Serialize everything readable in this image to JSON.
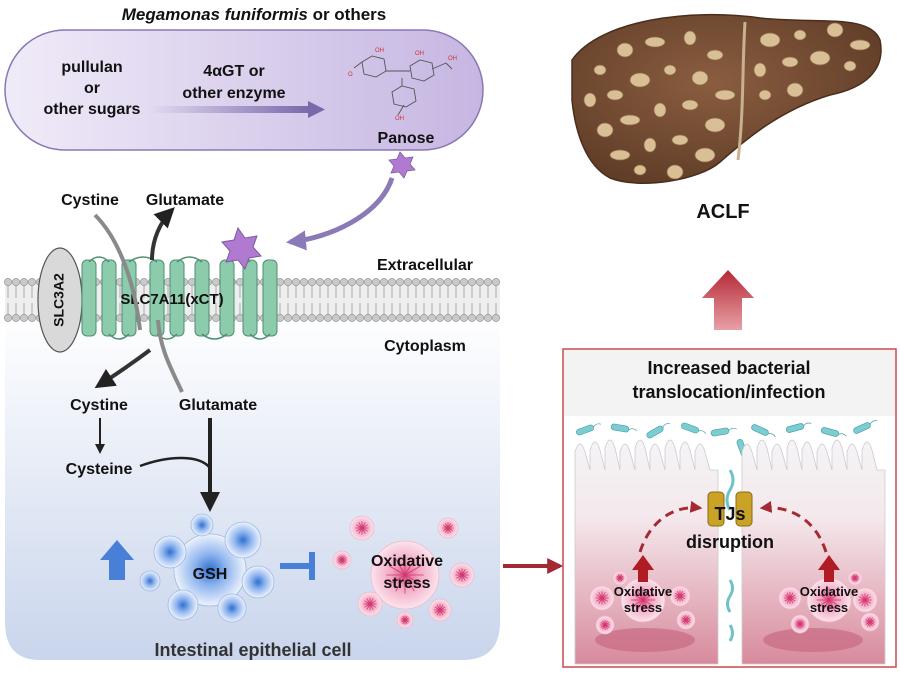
{
  "bacteria": {
    "name_italic": "Megamonas funiformis",
    "name_rest": " or others"
  },
  "substrate": {
    "line1": "pullulan",
    "line2": "or",
    "line3": "other sugars"
  },
  "enzyme": {
    "line1": "4αGT or",
    "line2": "other enzyme"
  },
  "product": {
    "label": "Panose"
  },
  "transporter": {
    "cystine_in": "Cystine",
    "glutamate_out": "Glutamate",
    "slc3a2": "SLC3A2",
    "slc7a11": "SLC7A11(xCT)",
    "extracellular": "Extracellular",
    "cytoplasm": "Cytoplasm"
  },
  "cell": {
    "cystine": "Cystine",
    "glutamate": "Glutamate",
    "cysteine": "Cysteine",
    "gsh": "GSH",
    "oxidative_line1": "Oxidative",
    "oxidative_line2": "stress",
    "label": "Intestinal epithelial cell"
  },
  "liver": {
    "label": "ACLF"
  },
  "gut": {
    "title_line1": "Increased bacterial",
    "title_line2": "translocation/infection",
    "tj_line1": "TJs",
    "tj_line2": "disruption",
    "ox_left_line1": "Oxidative",
    "ox_left_line2": "stress",
    "ox_right_line1": "Oxidative",
    "ox_right_line2": "stress"
  },
  "colors": {
    "membrane_protein": "#8ccbab",
    "bacteria_fill": "#cdbfe6",
    "arrow_purple": "#8c79b8",
    "arrow_red": "#a32a33",
    "gsh_blue": "#3a7bd5",
    "liver_brown": "#7a5035",
    "panel_border": "#c8484e"
  }
}
